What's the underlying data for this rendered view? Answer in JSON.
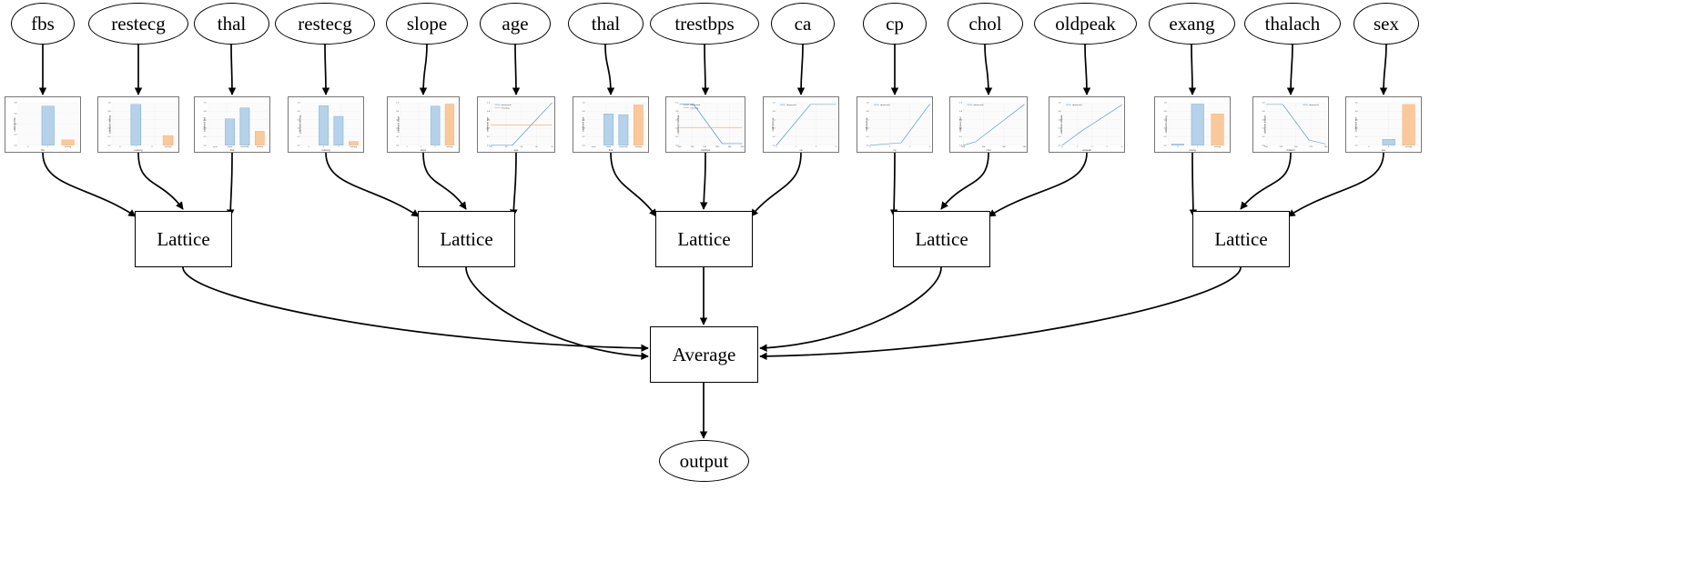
{
  "diagram": {
    "type": "calibrated-lattice-ensemble",
    "title": "",
    "node_shapes": {
      "feature": "ellipse",
      "module": "box",
      "output": "ellipse"
    },
    "colors": {
      "edge": "#000000",
      "node_border": "#000000",
      "plot_border": "#777777",
      "observed_series": "#5b9bd5",
      "missing_series": "#f4a45e",
      "bar_observed_fill": "#b5d2ea",
      "bar_missing_fill": "#fac99b",
      "background": "#ffffff"
    },
    "legend": {
      "observed": "observed",
      "missing": "missing"
    },
    "modules": {
      "lattice_label": "Lattice",
      "average_label": "Average",
      "output_label": "output"
    }
  },
  "features": [
    {
      "id": "fbs",
      "label": "fbs",
      "lattice": 0,
      "calibrator": {
        "kind": "bar",
        "ylabel": "calibrated fbs",
        "xlabel": "fbs",
        "yticks": [
          "0.8",
          "0.6",
          "0.4",
          "0.2",
          "0.0"
        ],
        "xticks": [
          "0",
          "1",
          "missing"
        ],
        "bars": [
          {
            "x": "0",
            "value": 0.0,
            "series": "observed"
          },
          {
            "x": "1",
            "value": 0.92,
            "series": "observed"
          },
          {
            "x": "missing",
            "value": 0.13,
            "series": "missing"
          }
        ]
      }
    },
    {
      "id": "restecg-a",
      "label": "restecg",
      "lattice": 0,
      "calibrator": {
        "kind": "bar",
        "ylabel": "calibrated restecg",
        "xlabel": "restecg",
        "yticks": [
          "1.0",
          "0.8",
          "0.6",
          "0.4",
          "0.2",
          "0.0"
        ],
        "xticks": [
          "0",
          "1",
          "2",
          "missing"
        ],
        "bars": [
          {
            "x": "0",
            "value": 0.0,
            "series": "observed"
          },
          {
            "x": "1",
            "value": 0.96,
            "series": "observed"
          },
          {
            "x": "2",
            "value": 0.0,
            "series": "observed"
          },
          {
            "x": "missing",
            "value": 0.23,
            "series": "missing"
          }
        ]
      }
    },
    {
      "id": "thal-a",
      "label": "thal",
      "lattice": 0,
      "calibrator": {
        "kind": "bar",
        "ylabel": "calibrated thal",
        "xlabel": "thal",
        "yticks": [
          "1.0",
          "0.8",
          "0.6",
          "0.4",
          "0.2",
          "0.0"
        ],
        "xticks": [
          "areal",
          "fixed",
          "reversible",
          "missing"
        ],
        "bars": [
          {
            "x": "areal",
            "value": 0.0,
            "series": "observed"
          },
          {
            "x": "fixed",
            "value": 0.62,
            "series": "observed"
          },
          {
            "x": "reversible",
            "value": 0.88,
            "series": "observed"
          },
          {
            "x": "missing",
            "value": 0.33,
            "series": "missing"
          }
        ]
      }
    },
    {
      "id": "restecg-b",
      "label": "restecg",
      "lattice": 1,
      "calibrator": {
        "kind": "bar",
        "ylabel": "calibrated restecg",
        "xlabel": "restecg",
        "yticks": [
          "1.0",
          "0.8",
          "0.6",
          "0.4",
          "0.2",
          "0.0"
        ],
        "xticks": [
          "0",
          "1",
          "2",
          "missing"
        ],
        "bars": [
          {
            "x": "0",
            "value": 0.0,
            "series": "observed"
          },
          {
            "x": "1",
            "value": 0.93,
            "series": "observed"
          },
          {
            "x": "2",
            "value": 0.68,
            "series": "observed"
          },
          {
            "x": "missing",
            "value": 0.09,
            "series": "missing"
          }
        ]
      }
    },
    {
      "id": "slope",
      "label": "slope",
      "lattice": 1,
      "calibrator": {
        "kind": "bar",
        "ylabel": "calibrated slope",
        "xlabel": "slope",
        "yticks": [
          "1.0",
          "0.8",
          "0.6",
          "0.4",
          "0.2",
          "0.0"
        ],
        "xticks": [
          "0",
          "1",
          "2",
          "missing"
        ],
        "bars": [
          {
            "x": "0",
            "value": 0.0,
            "series": "observed"
          },
          {
            "x": "1",
            "value": 0.0,
            "series": "observed"
          },
          {
            "x": "2",
            "value": 0.92,
            "series": "observed"
          },
          {
            "x": "missing",
            "value": 0.97,
            "series": "missing"
          }
        ]
      }
    },
    {
      "id": "age",
      "label": "age",
      "lattice": 1,
      "calibrator": {
        "kind": "line",
        "ylabel": "calibrated age",
        "xlabel": "age",
        "yticks": [
          "1.0",
          "0.8",
          "0.6",
          "0.4",
          "0.2",
          "0.0"
        ],
        "xticks": [
          "30",
          "40",
          "50",
          "60",
          "70"
        ],
        "series": [
          {
            "name": "observed",
            "points": [
              [
                0.0,
                0.0
              ],
              [
                0.35,
                0.0
              ],
              [
                1.0,
                1.0
              ]
            ]
          },
          {
            "name": "missing",
            "points": [
              [
                0.0,
                0.48
              ],
              [
                1.0,
                0.48
              ]
            ]
          }
        ]
      }
    },
    {
      "id": "thal-b",
      "label": "thal",
      "lattice": 2,
      "calibrator": {
        "kind": "bar",
        "ylabel": "calibrated thal",
        "xlabel": "thal",
        "yticks": [
          "1.0",
          "0.8",
          "0.6",
          "0.4",
          "0.2",
          "0.0"
        ],
        "xticks": [
          "areal",
          "fixed",
          "reversible",
          "missing"
        ],
        "bars": [
          {
            "x": "areal",
            "value": 0.0,
            "series": "observed"
          },
          {
            "x": "fixed",
            "value": 0.74,
            "series": "observed"
          },
          {
            "x": "reversible",
            "value": 0.72,
            "series": "observed"
          },
          {
            "x": "missing",
            "value": 0.95,
            "series": "missing"
          }
        ]
      }
    },
    {
      "id": "trestbps",
      "label": "trestbps",
      "lattice": 2,
      "calibrator": {
        "kind": "line",
        "ylabel": "calibrated trestbps",
        "xlabel": "trestbps",
        "yticks": [
          "1.0",
          "0.8",
          "0.6",
          "0.4",
          "0.2",
          "0.0"
        ],
        "xticks": [
          "100",
          "120",
          "140",
          "160",
          "180",
          "200"
        ],
        "series": [
          {
            "name": "observed",
            "points": [
              [
                0.0,
                0.97
              ],
              [
                0.22,
                0.97
              ],
              [
                0.68,
                0.04
              ],
              [
                1.0,
                0.04
              ]
            ]
          },
          {
            "name": "missing",
            "points": [
              [
                0.0,
                0.42
              ],
              [
                1.0,
                0.42
              ]
            ]
          }
        ]
      }
    },
    {
      "id": "ca",
      "label": "ca",
      "lattice": 2,
      "calibrator": {
        "kind": "line",
        "ylabel": "calibrated ca",
        "xlabel": "ca",
        "yticks": [
          "1.0",
          "0.8",
          "0.6",
          "0.4",
          "0.2",
          "0.0"
        ],
        "xticks": [
          "0",
          "1",
          "2",
          "3"
        ],
        "series": [
          {
            "name": "observed",
            "points": [
              [
                0.0,
                0.0
              ],
              [
                0.57,
                0.96
              ],
              [
                1.0,
                0.96
              ]
            ]
          }
        ]
      }
    },
    {
      "id": "cp",
      "label": "cp",
      "lattice": 3,
      "calibrator": {
        "kind": "line",
        "ylabel": "calibrated cp",
        "xlabel": "cp",
        "yticks": [
          "1.0",
          "0.8",
          "0.6",
          "0.4",
          "0.2",
          "0.0"
        ],
        "xticks": [
          "0",
          "1",
          "2",
          "3"
        ],
        "series": [
          {
            "name": "observed",
            "points": [
              [
                0.0,
                0.0
              ],
              [
                0.52,
                0.06
              ],
              [
                1.0,
                0.97
              ]
            ]
          }
        ]
      }
    },
    {
      "id": "chol",
      "label": "chol",
      "lattice": 3,
      "calibrator": {
        "kind": "line",
        "ylabel": "calibrated chol",
        "xlabel": "chol",
        "yticks": [
          "1.0",
          "0.8",
          "0.6",
          "0.4",
          "0.2",
          "0.0"
        ],
        "xticks": [
          "200",
          "300",
          "400",
          "500"
        ],
        "series": [
          {
            "name": "observed",
            "points": [
              [
                0.0,
                0.0
              ],
              [
                0.2,
                0.08
              ],
              [
                1.0,
                0.96
              ]
            ]
          }
        ]
      }
    },
    {
      "id": "oldpeak",
      "label": "oldpeak",
      "lattice": 3,
      "calibrator": {
        "kind": "line",
        "ylabel": "calibrated oldpeak",
        "xlabel": "oldpeak",
        "yticks": [
          "1.0",
          "0.8",
          "0.6",
          "0.4",
          "0.2",
          "0.0"
        ],
        "xticks": [
          "0",
          "1",
          "2",
          "3",
          "4"
        ],
        "series": [
          {
            "name": "observed",
            "points": [
              [
                0.0,
                0.0
              ],
              [
                0.33,
                0.34
              ],
              [
                1.0,
                0.95
              ]
            ]
          }
        ]
      }
    },
    {
      "id": "exang",
      "label": "exang",
      "lattice": 4,
      "calibrator": {
        "kind": "bar",
        "ylabel": "calibrated exang",
        "xlabel": "exang",
        "yticks": [
          "1.0",
          "0.8",
          "0.6",
          "0.4",
          "0.2",
          "0.0"
        ],
        "xticks": [
          "0",
          "1",
          "missing"
        ],
        "bars": [
          {
            "x": "0",
            "value": 0.03,
            "series": "observed"
          },
          {
            "x": "1",
            "value": 0.97,
            "series": "observed"
          },
          {
            "x": "missing",
            "value": 0.74,
            "series": "missing"
          }
        ]
      }
    },
    {
      "id": "thalach",
      "label": "thalach",
      "lattice": 4,
      "calibrator": {
        "kind": "line",
        "ylabel": "calibrated thalach",
        "xlabel": "thalach",
        "yticks": [
          "1.0",
          "0.8",
          "0.6",
          "0.4",
          "0.2",
          "0.0"
        ],
        "xticks": [
          "100",
          "125",
          "150",
          "175",
          "200"
        ],
        "series": [
          {
            "name": "observed",
            "points": [
              [
                0.0,
                0.96
              ],
              [
                0.28,
                0.96
              ],
              [
                0.72,
                0.12
              ],
              [
                1.0,
                0.03
              ]
            ]
          }
        ]
      }
    },
    {
      "id": "sex",
      "label": "sex",
      "lattice": 4,
      "calibrator": {
        "kind": "bar",
        "ylabel": "calibrated sex",
        "xlabel": "sex",
        "yticks": [
          "1.0",
          "0.8",
          "0.6",
          "0.4",
          "0.2",
          "0.0"
        ],
        "xticks": [
          "0",
          "1",
          "missing"
        ],
        "bars": [
          {
            "x": "0",
            "value": 0.0,
            "series": "observed"
          },
          {
            "x": "1",
            "value": 0.14,
            "series": "observed"
          },
          {
            "x": "missing",
            "value": 0.96,
            "series": "missing"
          }
        ]
      }
    }
  ],
  "lattices": [
    {
      "id": "lattice-0",
      "label": "Lattice"
    },
    {
      "id": "lattice-1",
      "label": "Lattice"
    },
    {
      "id": "lattice-2",
      "label": "Lattice"
    },
    {
      "id": "lattice-3",
      "label": "Lattice"
    },
    {
      "id": "lattice-4",
      "label": "Lattice"
    }
  ],
  "average": {
    "id": "average",
    "label": "Average"
  },
  "output": {
    "id": "output",
    "label": "output"
  }
}
